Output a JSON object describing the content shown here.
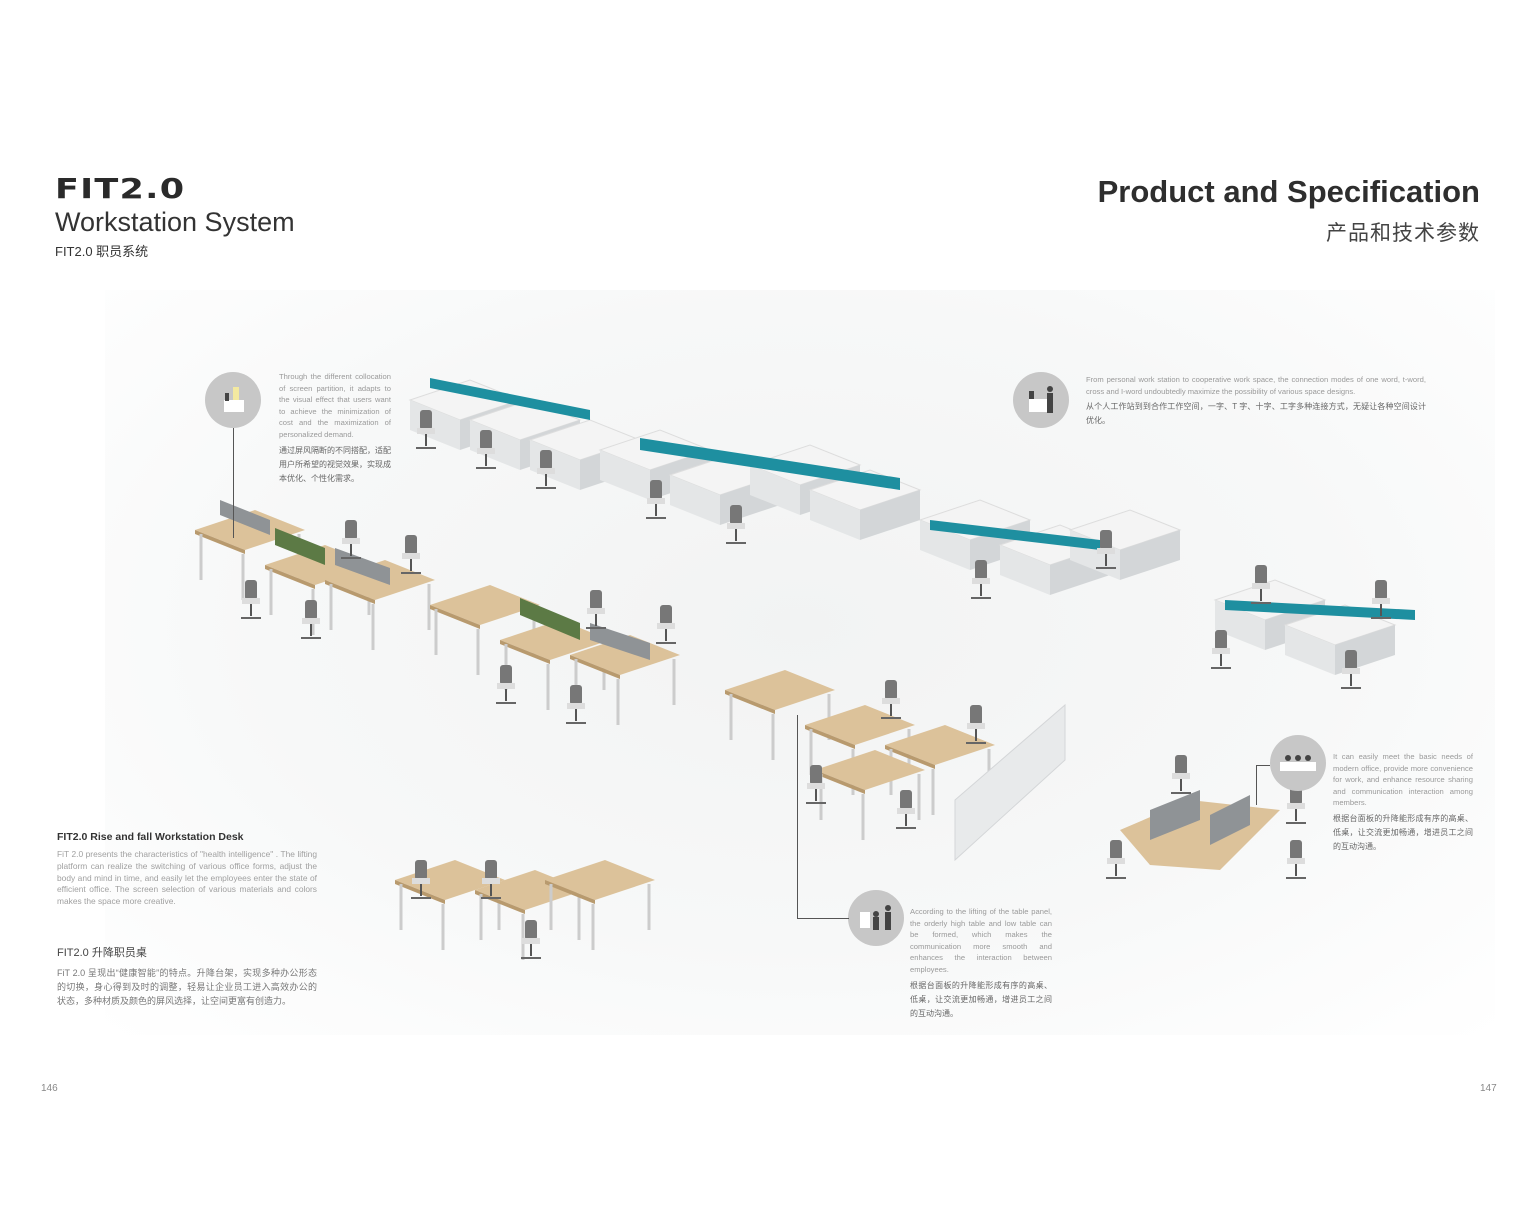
{
  "header_left": {
    "logo": "FIT2.0",
    "title": "Workstation System",
    "subtitle_cn": "FIT2.0 职员系统"
  },
  "header_right": {
    "title": "Product and Specification",
    "subtitle_cn": "产品和技术参数"
  },
  "notes": [
    {
      "icon": "screen-partition-icon",
      "en": "Through the different collocation of screen partition, it adapts to the visual effect that users want to achieve the minimization of cost and the maximization of personalized demand.",
      "cn": "通过屏风隔断的不同搭配，适配用户所希望的视觉效果，实现成本优化、个性化需求。"
    },
    {
      "icon": "workstation-people-icon",
      "en": "From personal work station to cooperative work space, the connection modes of one word, t-word, cross and I-word undoubtedly maximize the possibility of various space designs.",
      "cn": "从个人工作站到到合作工作空间，一字、T 字、十字、工字多种连接方式，无疑让各种空间设计优化。"
    },
    {
      "icon": "meeting-table-icon",
      "en": "It can easily meet the basic needs of modern office, provide more convenience for work, and enhance resource sharing and communication interaction among members.",
      "cn": "根据台面板的升降能形成有序的高桌、低桌，让交流更加畅通，增进员工之间的互动沟通。"
    },
    {
      "icon": "high-low-table-icon",
      "en": "According to the lifting of the table panel, the orderly high table and low table can be formed, which makes the communication more smooth and enhances the interaction between employees.",
      "cn": "根据台面板的升降能形成有序的高桌、低桌，让交流更加畅通，增进员工之间的互动沟通。"
    }
  ],
  "product_desc": {
    "title_en": "FIT2.0 Rise and fall  Workstation Desk",
    "body_en": "FiT 2.0 presents the characteristics of \"health intelligence\" . The lifting platform can realize the switching of various office forms, adjust the body and mind in time, and easily let the employees enter the state of efficient office. The screen selection of various materials and colors makes the space more creative.",
    "title_cn": "FIT2.0 升降职员桌",
    "body_cn": "FiT 2.0 呈现出“健康智能”的特点。升降台架，实现多种办公形态的切换，身心得到及时的调整，轻易让企业员工进入高效办公的状态，多种材质及颜色的屏风选择，让空间更富有创造力。"
  },
  "page_numbers": {
    "left": "146",
    "right": "147"
  },
  "colors": {
    "wood": "#dcc29a",
    "teal": "#1e8fa0",
    "green": "#5c7a45",
    "panel": "#8f9396",
    "frame": "#e9ebec"
  }
}
